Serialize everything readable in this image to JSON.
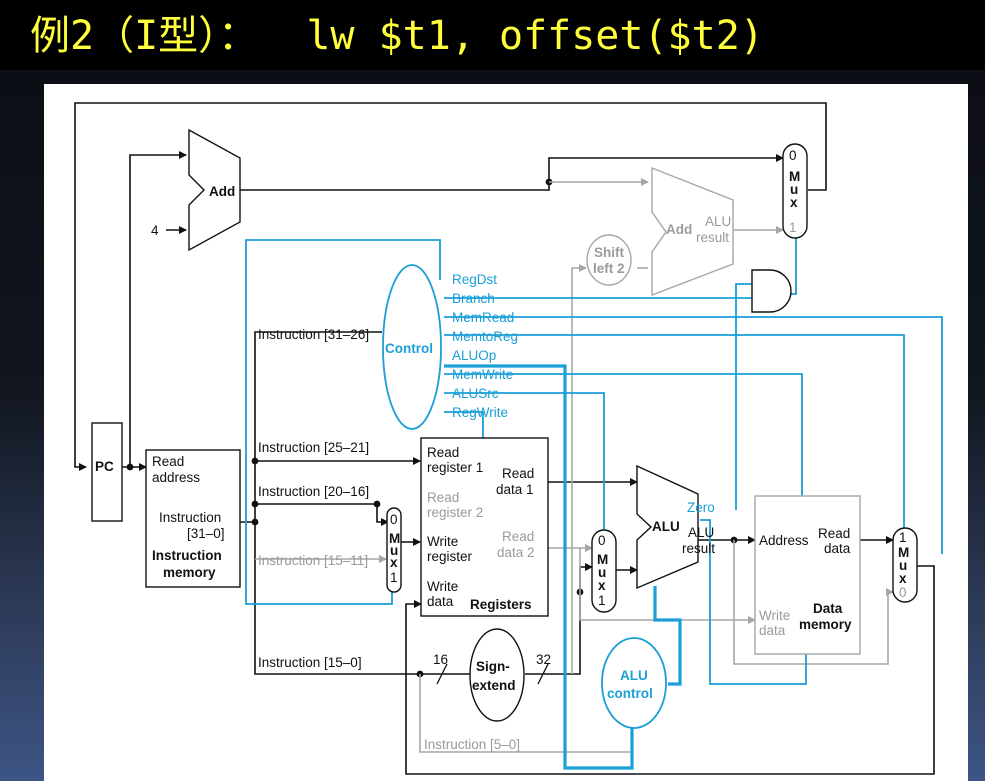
{
  "title": "例2（I型）：  lw $t1, offset($t2)",
  "diagram": {
    "pc": "PC",
    "add_top": "Add",
    "const_four": "4",
    "add_branch": "Add",
    "alu_result_top": "ALU",
    "alu_result_bottom": "result",
    "shift_top": "Shift",
    "shift_bottom": "left 2",
    "control": "Control",
    "control_signals": [
      "RegDst",
      "Branch",
      "MemRead",
      "MemtoReg",
      "ALUOp",
      "MemWrite",
      "ALUSrc",
      "RegWrite"
    ],
    "instr_memory": {
      "read_address_1": "Read",
      "read_address_2": "address",
      "instruction_1": "Instruction",
      "instruction_2": "[31–0]",
      "name_1": "Instruction",
      "name_2": "memory"
    },
    "instruction_fields": {
      "f31_26": "Instruction [31–26]",
      "f25_21": "Instruction [25–21]",
      "f20_16": "Instruction [20–16]",
      "f15_11": "Instruction [15–11]",
      "f15_0": "Instruction [15–0]",
      "f5_0": "Instruction [5–0]"
    },
    "registers": {
      "read_reg1_a": "Read",
      "read_reg1_b": "register 1",
      "read_reg2_a": "Read",
      "read_reg2_b": "register 2",
      "write_reg_a": "Write",
      "write_reg_b": "register",
      "write_data_a": "Write",
      "write_data_b": "data",
      "read_data1_a": "Read",
      "read_data1_b": "data 1",
      "read_data2_a": "Read",
      "read_data2_b": "data 2",
      "name": "Registers"
    },
    "mux": [
      "M",
      "u",
      "x"
    ],
    "mux_zero": "0",
    "mux_one": "1",
    "alu": {
      "name": "ALU",
      "zero": "Zero",
      "result_a": "ALU",
      "result_b": "result"
    },
    "data_memory": {
      "address": "Address",
      "read_a": "Read",
      "read_b": "data",
      "write_a": "Write",
      "write_b": "data",
      "name_a": "Data",
      "name_b": "memory"
    },
    "sign_extend_a": "Sign-",
    "sign_extend_b": "extend",
    "bits_in": "16",
    "bits_out": "32",
    "alu_control_a": "ALU",
    "alu_control_b": "control"
  }
}
